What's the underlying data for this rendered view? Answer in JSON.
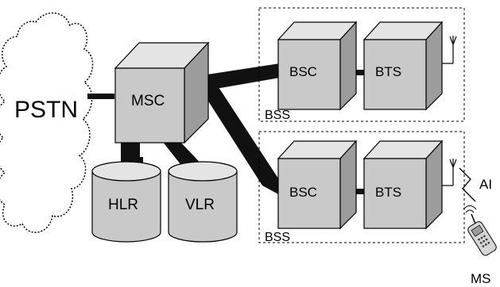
{
  "labels": {
    "pstn": "PSTN",
    "msc": "MSC",
    "hlr": "HLR",
    "vlr": "VLR",
    "bsc_top": "BSC",
    "bts_top": "BTS",
    "bss_top": "BSS",
    "bsc_bottom": "BSC",
    "bts_bottom": "BTS",
    "bss_bottom": "BSS",
    "air_interface": "AI",
    "mobile_station": "MS"
  },
  "colors": {
    "box_front": "#c9c9c9",
    "box_top": "#e4e4e4",
    "box_side": "#9c9c9c",
    "link": "#111111",
    "outline": "#000000"
  }
}
